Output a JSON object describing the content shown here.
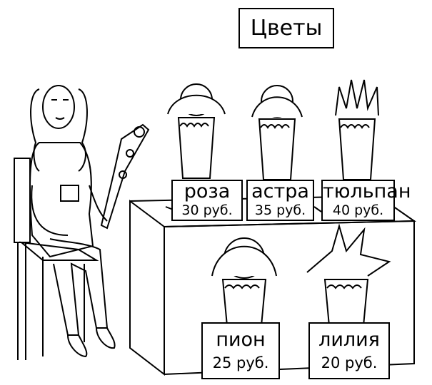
{
  "title": "Цветы",
  "flowers": [
    {
      "name": "роза",
      "price": "30 руб."
    },
    {
      "name": "астра",
      "price": "35 руб."
    },
    {
      "name": "тюльпан",
      "price": "40 руб."
    },
    {
      "name": "пион",
      "price": "25 руб."
    },
    {
      "name": "лилия",
      "price": "20 руб."
    }
  ]
}
